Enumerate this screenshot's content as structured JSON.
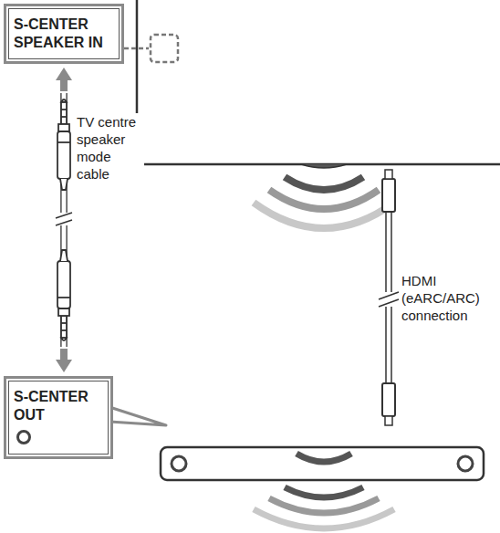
{
  "diagram": {
    "nodes": [
      {
        "text": [
          "S-CENTER SPEAKER IN"
        ]
      },
      {
        "text": [
          "S-CENTER OUT"
        ]
      }
    ],
    "edges": [
      {
        "from": 0,
        "to": 1,
        "arrow": "both",
        "label": "TV centre speaker mode cable"
      }
    ],
    "labels": [
      "HDMI (eARC/ARC) connection"
    ]
  }
}
